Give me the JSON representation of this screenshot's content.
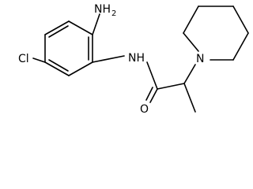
{
  "molecule": {
    "atoms": {
      "amino": {
        "symbol": "NH",
        "subscript": "2"
      },
      "chloro": {
        "symbol": "Cl"
      },
      "amide_nh": {
        "symbol": "NH"
      },
      "carbonyl_o": {
        "symbol": "O"
      },
      "piperidine_n": {
        "symbol": "N"
      }
    }
  }
}
